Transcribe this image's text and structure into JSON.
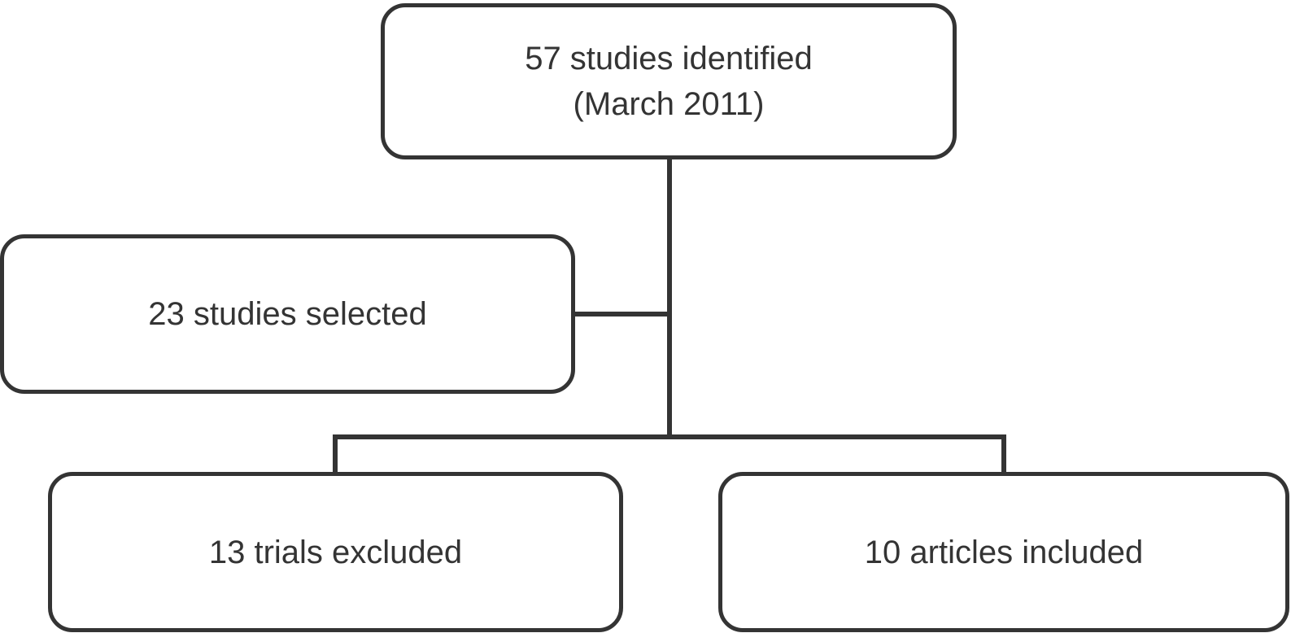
{
  "diagram": {
    "type": "flowchart",
    "nodes": [
      {
        "id": "identified",
        "lines": [
          "57 studies identified",
          "(March 2011)"
        ]
      },
      {
        "id": "selected",
        "lines": [
          "23 studies selected"
        ]
      },
      {
        "id": "excluded",
        "lines": [
          "13 trials excluded"
        ]
      },
      {
        "id": "included",
        "lines": [
          "10 articles included"
        ]
      }
    ],
    "edges": [
      {
        "from": "identified",
        "to": "selected"
      },
      {
        "from": "identified",
        "to": "excluded"
      },
      {
        "from": "identified",
        "to": "included"
      }
    ]
  },
  "colors": {
    "line": "#343434",
    "text": "#343434",
    "box_fill": "#ffffff",
    "background": "#ffffff"
  }
}
